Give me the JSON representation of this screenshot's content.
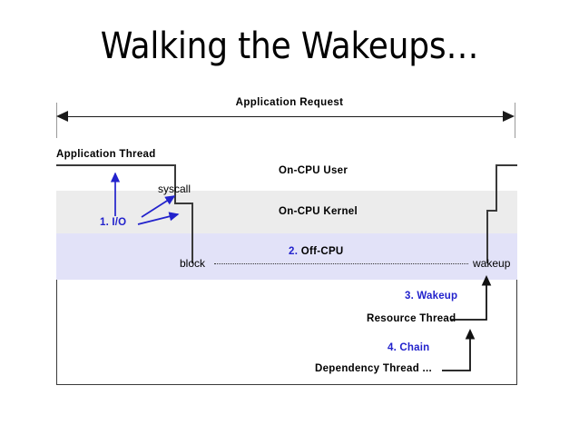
{
  "slide": {
    "title": "Walking the Wakeups…"
  },
  "measure": {
    "label": "Application Request"
  },
  "bands": [
    {
      "id": "on-cpu-user",
      "label": "On-CPU User",
      "color": "#ffffff"
    },
    {
      "id": "on-cpu-kernel",
      "label": "On-CPU Kernel",
      "color": "#ececec"
    },
    {
      "id": "off-cpu",
      "label": "Off-CPU",
      "step": "2.",
      "full_label": "2. Off-CPU",
      "color": "#e2e2f8"
    }
  ],
  "threads": {
    "application": "Application Thread",
    "resource": "Resource Thread",
    "dependency": "Dependency Thread ..."
  },
  "events": {
    "syscall": "syscall",
    "block": "block",
    "wakeup": "wakeup"
  },
  "steps": [
    {
      "num": "1.",
      "label": "1. I/O"
    },
    {
      "num": "2.",
      "label": "2. Off-CPU"
    },
    {
      "num": "3.",
      "label": "3. Wakeup"
    },
    {
      "num": "4.",
      "label": "4. Chain"
    }
  ],
  "annotations": {
    "io": "1. I/O",
    "offcpu": "2. Off-CPU",
    "wakeup_step": "3. Wakeup",
    "chain": "4. Chain"
  },
  "colors": {
    "accent_blue": "#2222cc",
    "kernel_band": "#ececec",
    "offcpu_band": "#e2e2f8",
    "line": "#3a3a3a",
    "tick": "#9a9a9a"
  }
}
